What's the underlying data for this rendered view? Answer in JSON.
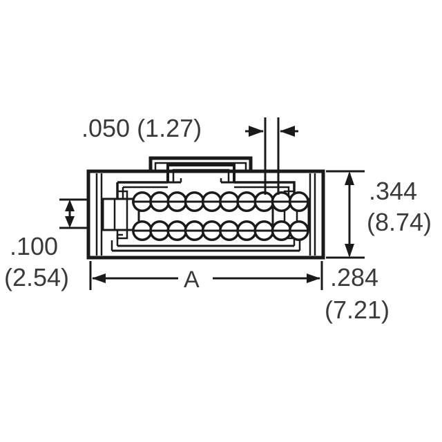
{
  "drawing": {
    "title": "connector-cross-section-dimensioned-drawing",
    "background_color": "#ffffff",
    "line_color": "#1a1a1a",
    "text_color": "#3a3a3a"
  },
  "dimensions": {
    "pitch": {
      "imperial": ".050",
      "metric": "(1.27)",
      "full": ".050 (1.27)",
      "label": "pitch-dimension"
    },
    "row_spacing": {
      "imperial": ".100",
      "metric": "(2.54)",
      "full": ".100 (2.54)",
      "label": "row-spacing-dimension"
    },
    "height": {
      "imperial": ".344",
      "metric": "(8.74)",
      "full": ".344 (8.74)",
      "label": "overall-height-dimension"
    },
    "depth": {
      "imperial": ".284",
      "metric": "(7.21)",
      "full": ".284 (7.21)",
      "label": "depth-dimension"
    },
    "width": {
      "symbol": "A",
      "label": "overall-width-dimension"
    }
  },
  "connector": {
    "contacts": {
      "rows": 2,
      "per_row": 10,
      "total": 20
    }
  }
}
